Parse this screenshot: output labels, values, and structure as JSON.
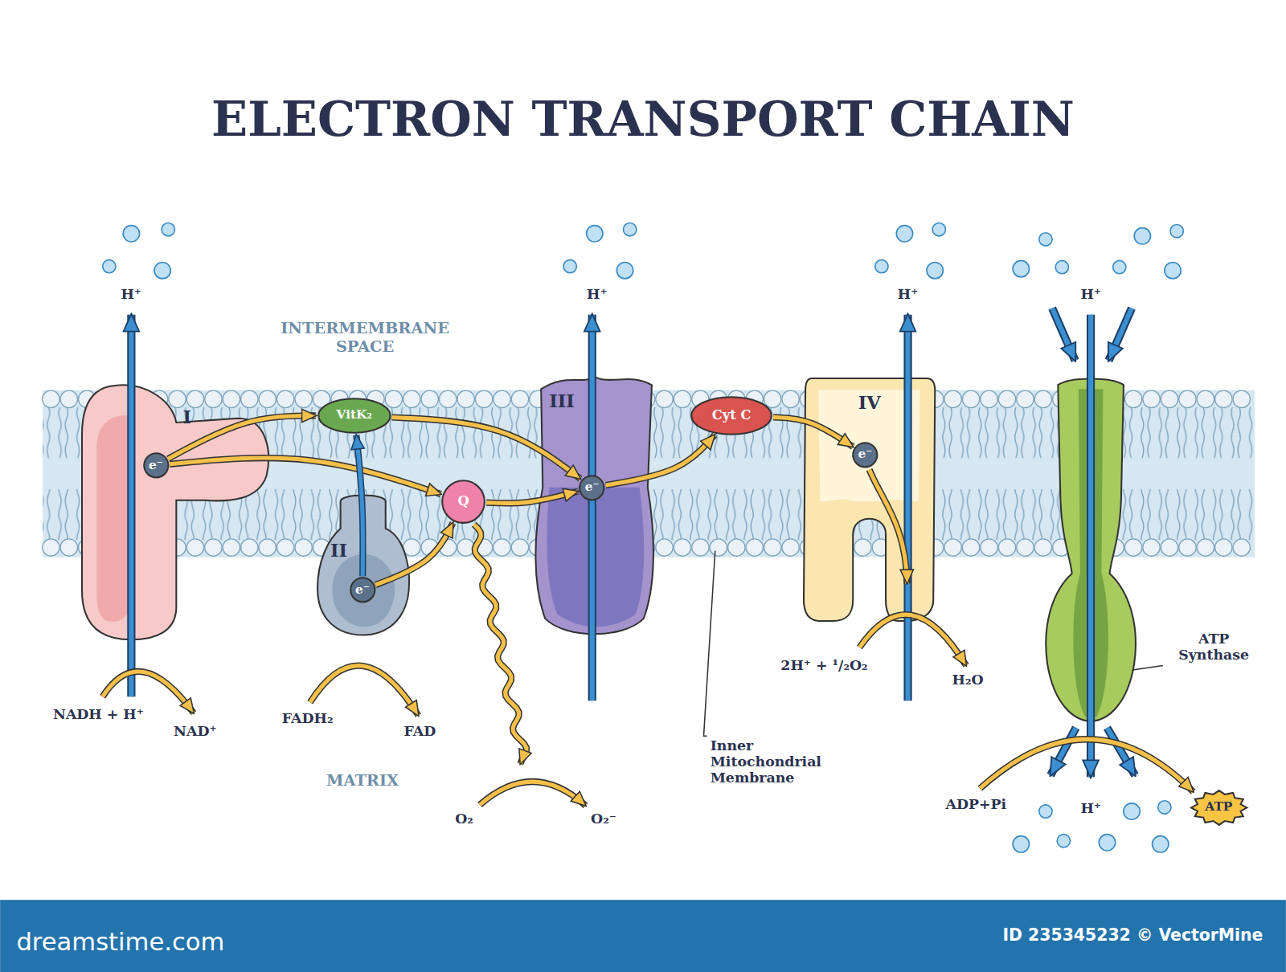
{
  "diagram": {
    "title": "ELECTRON TRANSPORT CHAIN",
    "nodes": [
      {
        "text": [
          "I"
        ]
      },
      {
        "text": [
          "e⁻"
        ],
        "in": 0
      },
      {
        "text": [
          "VitK₂"
        ]
      },
      {
        "text": [
          "II"
        ]
      },
      {
        "text": [
          "e⁻"
        ],
        "in": 3
      },
      {
        "text": [
          "Q"
        ]
      },
      {
        "text": [
          "III"
        ]
      },
      {
        "text": [
          "e⁻"
        ],
        "in": 6
      },
      {
        "text": [
          "Cyt C"
        ]
      },
      {
        "text": [
          "IV"
        ]
      },
      {
        "text": [
          "e⁻"
        ],
        "in": 9
      },
      {
        "text": [
          "ATP Synthase"
        ]
      },
      {
        "text": [
          "ATP"
        ]
      }
    ],
    "edges": [
      {
        "from": 1,
        "to": 2,
        "arrow": "to"
      },
      {
        "from": 1,
        "to": 5,
        "arrow": "to"
      },
      {
        "from": 4,
        "to": 2,
        "arrow": "to"
      },
      {
        "from": 4,
        "to": 5,
        "arrow": "to"
      },
      {
        "from": 2,
        "to": 7,
        "arrow": "to"
      },
      {
        "from": 5,
        "to": 7,
        "arrow": "to"
      },
      {
        "from": 7,
        "to": 8,
        "arrow": "to"
      },
      {
        "from": 8,
        "to": 10,
        "arrow": "to"
      }
    ],
    "labels": [
      "H⁺",
      "INTERMEMBRANE SPACE",
      "H⁺",
      "H⁺",
      "H⁺",
      "NADH + H⁺",
      "NAD⁺",
      "FADH₂",
      "FAD",
      "MATRIX",
      "O₂",
      "O₂⁻",
      "Inner Mitochondrial Membrane",
      "2H⁺ + ¹/₂O₂",
      "H₂O",
      "ADP+Pi",
      "H⁺",
      "dreamstime.com",
      "ID 235345232 © VectorMine"
    ]
  }
}
